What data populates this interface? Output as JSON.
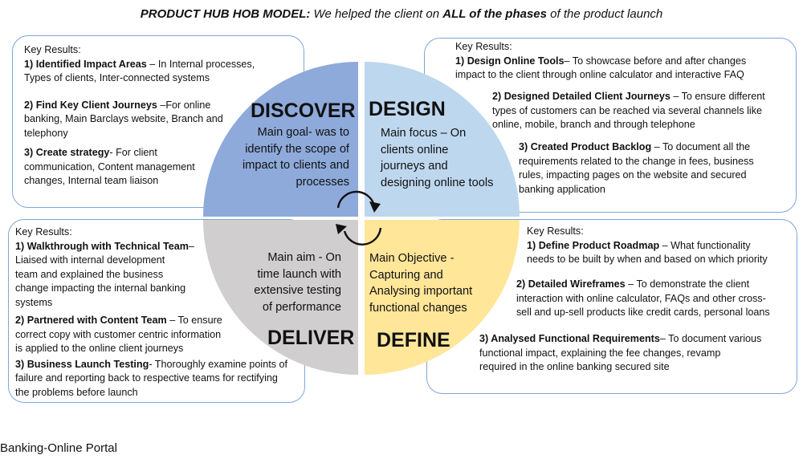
{
  "title": {
    "bold": "PRODUCT HUB HOB MODEL:",
    "text1": " We helped the client on ",
    "bold2": "ALL of the phases",
    "text2": " of the product launch"
  },
  "colors": {
    "discover": "#8eaadb",
    "design": "#bdd7ee",
    "deliver": "#d0cece",
    "define": "#ffe699",
    "box_border": "#7fa6d6"
  },
  "quadrants": {
    "discover": {
      "title": "DISCOVER",
      "text": [
        "Main goal- was to",
        "identify the scope of",
        "impact to clients and",
        "processes"
      ]
    },
    "design": {
      "title": "DESIGN",
      "text": [
        "Main focus – On",
        "clients online",
        "journeys and",
        "designing online tools"
      ]
    },
    "deliver": {
      "title": "DELIVER",
      "text": [
        "Main aim - On",
        "time launch with",
        "extensive testing",
        "of performance"
      ]
    },
    "define": {
      "title": "DEFINE",
      "text": [
        "Main Objective -",
        "Capturing and",
        "Analysing important",
        "functional changes"
      ]
    }
  },
  "cycle_icon": "circular-arrows-icon",
  "boxes": {
    "discover": {
      "header": "Key Results:",
      "items": [
        {
          "bold": "1) Identified Impact Areas",
          "lines": [
            " – In Internal processes,",
            "Types of clients, Inter-connected systems"
          ]
        },
        {
          "bold": "2) Find Key Client Journeys",
          "lines": [
            " –For online",
            "banking, Main Barclays website, Branch and",
            "telephony"
          ]
        },
        {
          "bold": "3) Create strategy",
          "lines": "- For client|communication, Content management|changes, Internal team liaison"
        }
      ]
    },
    "design": {
      "header": "Key Results:",
      "item1_bold": "1) Design Online Tools",
      "item1_rest": "– To showcase before and after changes",
      "item1_line2": "impact to the client through online calculator and interactive FAQ",
      "item2_bold": "2) Designed Detailed Client Journeys",
      "item2_rest": " – To ensure different",
      "item2_line2": "types of customers can be reached via several channels like",
      "item2_line3": "online, mobile, branch and through telephone",
      "item3_bold": "3) Created Product Backlog",
      "item3_rest": " – To document all the",
      "item3_line2": "requirements related to the change in fees, business",
      "item3_line3": "rules, impacting pages on the website and secured",
      "item3_line4": "banking application"
    },
    "deliver": {
      "header": "Key Results:",
      "item1_bold": "1) Walkthrough with Technical Team",
      "item1_rest": "–",
      "item1_line2": "Liaised with internal development",
      "item1_line3": "team and explained the business",
      "item1_line4": "change impacting the internal banking",
      "item1_line5": "systems",
      "item2_bold": "2) Partnered with Content Team",
      "item2_rest": " – To ensure",
      "item2_line2": "correct copy with customer centric information",
      "item2_line3": "is applied to the online client journeys",
      "item3_bold": "3) Business Launch Testing",
      "item3_rest": "- Thoroughly examine points of",
      "item3_line2": "failure and reporting back to respective teams for rectifying",
      "item3_line3": "the problems before launch"
    },
    "define": {
      "header": "Key Results:",
      "item1_bold": "1) Define Product Roadmap",
      "item1_rest": " – What functionality",
      "item1_line2": "needs to be built by when and based on which priority",
      "item2_bold": "2) Detailed Wireframes",
      "item2_rest": " – To demonstrate the client",
      "item2_line2": "interaction with online calculator, FAQs and other cross-",
      "item2_line3": "sell and up-sell products like credit cards, personal loans",
      "item3_bold": "3) Analysed Functional Requirements",
      "item3_rest": "– To document various",
      "item3_line2": "functional impact, explaining the fee changes, revamp",
      "item3_line3": "required in the online banking secured site"
    }
  },
  "footer": "Banking-Online Portal"
}
